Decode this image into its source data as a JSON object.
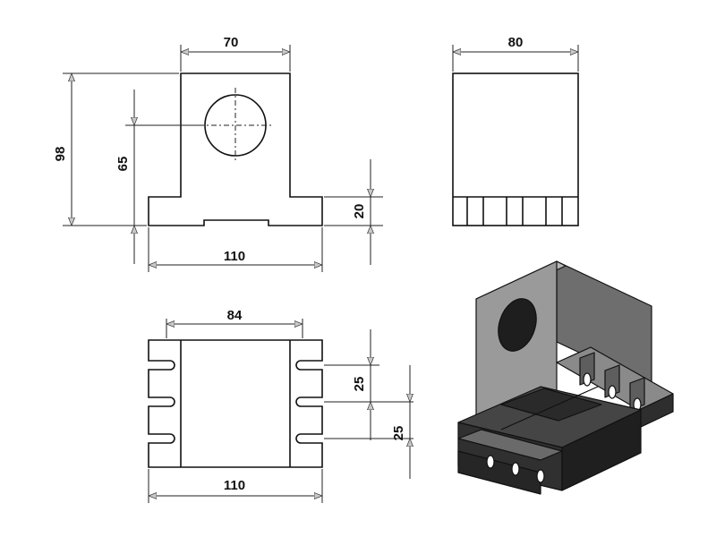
{
  "front_view": {
    "dim_top_width": "70",
    "dim_total_height": "98",
    "dim_hole_height": "65",
    "dim_base_height": "20",
    "dim_base_width": "110"
  },
  "side_view": {
    "dim_width": "80"
  },
  "top_view": {
    "dim_inner_width": "84",
    "dim_slot_pitch_1": "25",
    "dim_slot_pitch_2": "25",
    "dim_total_width": "110"
  },
  "colors": {
    "line": "#111111",
    "iso_light": "#9a9a9a",
    "iso_mid": "#6e6e6e",
    "iso_dark": "#2e2e2e"
  }
}
